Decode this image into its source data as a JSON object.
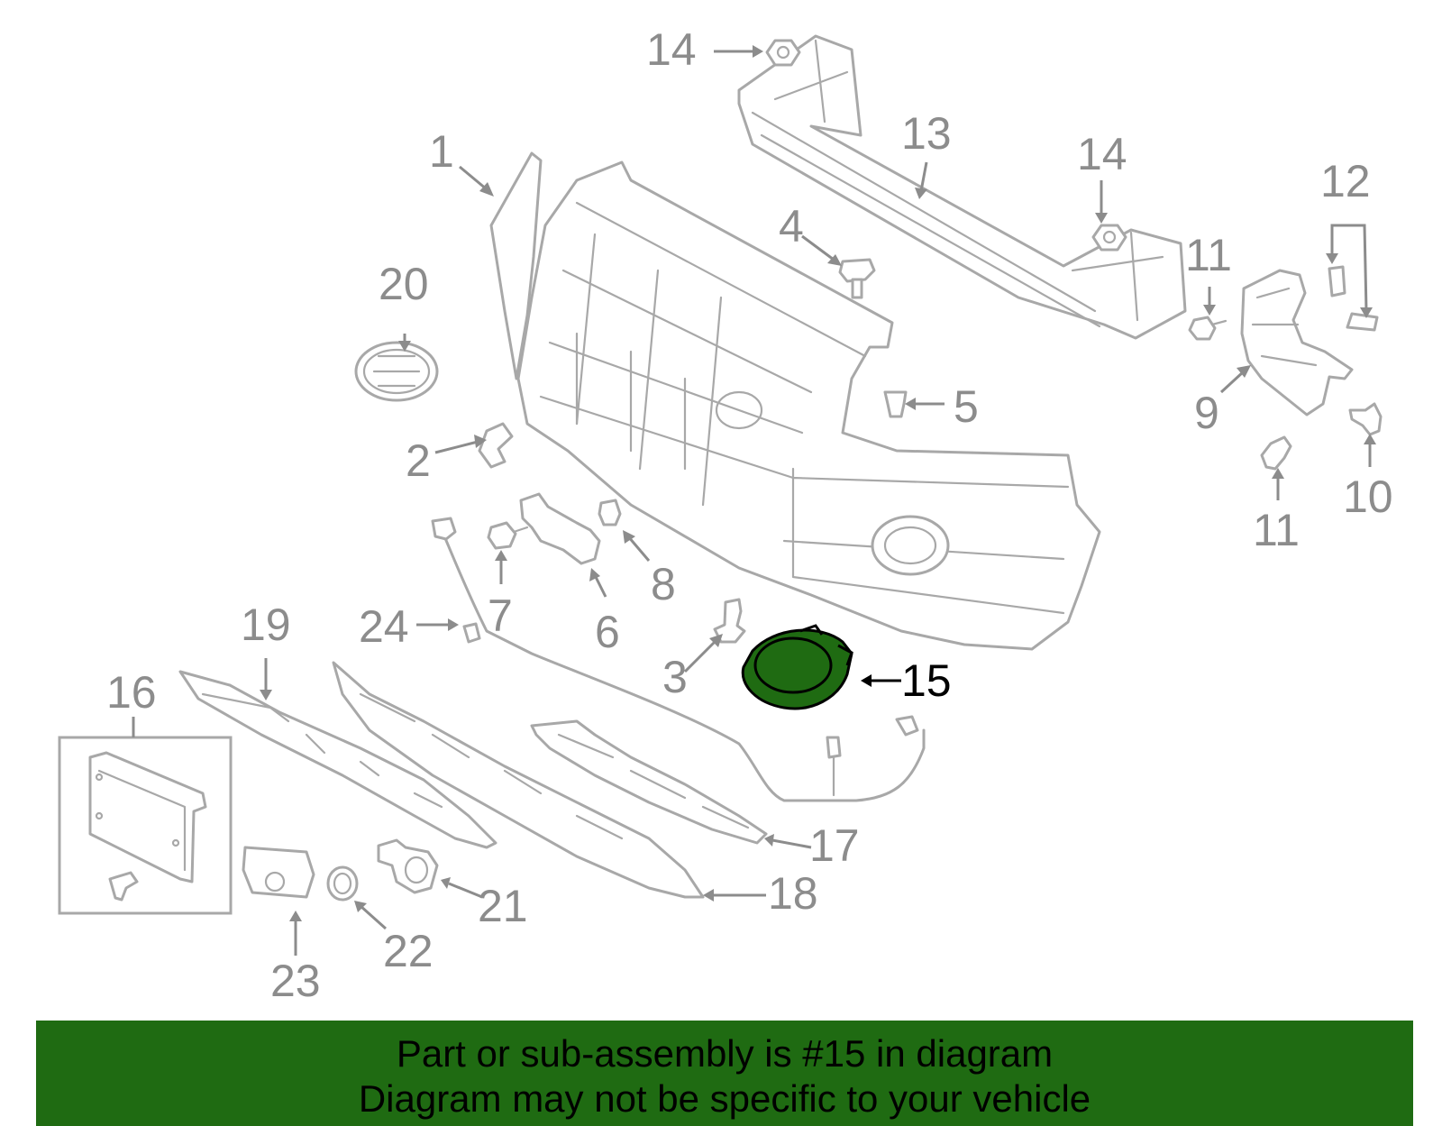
{
  "diagram": {
    "callouts": [
      "1",
      "2",
      "3",
      "4",
      "5",
      "6",
      "7",
      "8",
      "9",
      "10",
      "11",
      "11",
      "12",
      "13",
      "14",
      "14",
      "15",
      "16",
      "17",
      "18",
      "19",
      "20",
      "21",
      "22",
      "23",
      "24"
    ],
    "highlighted_part": "15",
    "highlight_color": "#1f6b12",
    "part_color": "#a8a8a8",
    "label_color": "#8c8c8c"
  },
  "caption": {
    "line1": "Part or sub-assembly is #15 in diagram",
    "line2": "Diagram may not be specific to your vehicle",
    "background": "#1f6b12"
  }
}
